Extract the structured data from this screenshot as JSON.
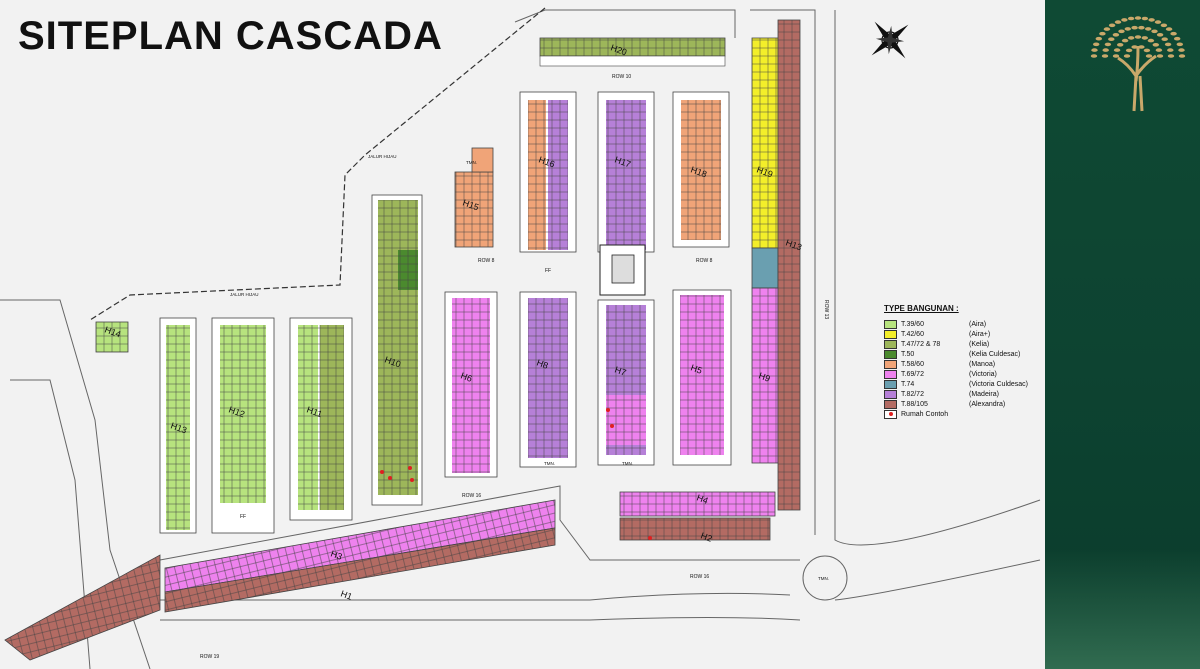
{
  "title": "SITEPLAN CASCADA",
  "colors": {
    "aira": "#b7e37e",
    "aira_plus": "#f3ee2a",
    "kelia": "#9db65a",
    "kelia_culdesac": "#4b8a2e",
    "manoa": "#f0a478",
    "victoria": "#ee82ee",
    "victoria_culdesac": "#6a9fb0",
    "madeira": "#b680d8",
    "alexandra": "#b36b63",
    "road": "#ffffff",
    "outline": "#555555",
    "panel": "#0f4a34",
    "logo": "#c9a86a"
  },
  "legend": {
    "title": "TYPE BANGUNAN :",
    "items": [
      {
        "type": "T.39/60",
        "name": "(Aira)",
        "color": "#b7e37e"
      },
      {
        "type": "T.42/60",
        "name": "(Aira+)",
        "color": "#f3ee2a"
      },
      {
        "type": "T.47/72 & 78",
        "name": "(Kelia)",
        "color": "#9db65a"
      },
      {
        "type": "T.50",
        "name": "(Kelia Culdesac)",
        "color": "#4b8a2e"
      },
      {
        "type": "T.58/60",
        "name": "(Manoa)",
        "color": "#f0a478"
      },
      {
        "type": "T.69/72",
        "name": "(Victoria)",
        "color": "#ee82ee"
      },
      {
        "type": "T.74",
        "name": "(Victoria Culdesac)",
        "color": "#6a9fb0"
      },
      {
        "type": "T.82/72",
        "name": "(Madeira)",
        "color": "#b680d8"
      },
      {
        "type": "T.88/105",
        "name": "(Alexandra)",
        "color": "#b36b63"
      }
    ],
    "marker_label": "Rumah Contoh"
  },
  "map_labels": {
    "row10": "ROW 10",
    "row8": "ROW 8",
    "row16": "ROW 16",
    "row19": "ROW 19",
    "row13": "ROW 13",
    "tmn": "TMN.",
    "jalur_hijau": "JALUR HIJAU",
    "ff": "FF",
    "blocks": {
      "h20": "H20",
      "h19": "H19",
      "h18": "H18",
      "h17": "H17",
      "h16": "H16",
      "h15": "H15",
      "h14": "H14",
      "h13": "H13",
      "h12": "H12",
      "h11": "H11",
      "h10": "H10",
      "h9": "H9",
      "h8": "H8",
      "h7": "H7",
      "h6": "H6",
      "h5": "H5",
      "h4": "H4",
      "h3": "H3",
      "h2": "H2",
      "h1": "H1"
    }
  }
}
